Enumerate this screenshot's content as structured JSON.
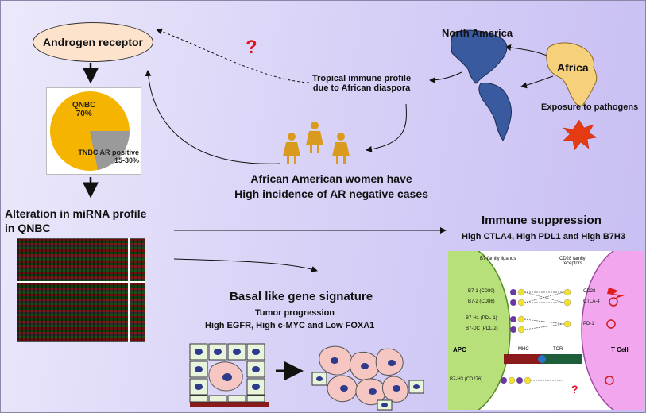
{
  "androgen_receptor": "Androgen receptor",
  "question_mark": "?",
  "pie": {
    "qnbc_label": "QNBC",
    "qnbc_pct": "70%",
    "tnbc_label": "TNBC AR positive",
    "tnbc_pct": "15-30%",
    "colors": {
      "qnbc": "#f5b400",
      "tnbc": "#9a9a9a"
    }
  },
  "map": {
    "north_america": "North America",
    "africa": "Africa",
    "exposure": "Exposure to pathogens"
  },
  "tropical": {
    "line1": "Tropical immune profile",
    "line2": "due to African diaspora"
  },
  "african_american": {
    "line1": "African American women have",
    "line2": "High incidence of AR negative cases"
  },
  "mirna": {
    "line1": "Alteration in miRNA profile",
    "line2": "in QNBC"
  },
  "immune": {
    "title": "Immune suppression",
    "subtitle": "High CTLA4, High PDL1 and  High B7H3",
    "b7_family": "B7 family ligands",
    "cd28_family_1": "CD28 family",
    "cd28_family_2": "receptors",
    "apc": "APC",
    "tcell": "T Cell",
    "mhc": "MHC",
    "tcr": "TCR",
    "ligands": [
      "B7-1 (CD80)",
      "B7-2 (CD86)",
      "B7-H1 (PDL-1)",
      "B7-DC (PDL-2)",
      "B7-H3 (CD276)"
    ],
    "receptors": [
      "CD28",
      "CTLA-4",
      "PD-1"
    ],
    "question": "?"
  },
  "basal": {
    "title": "Basal like gene signature",
    "line1": "Tumor progression",
    "line2": "High EGFR, High c-MYC and  Low FOXA1"
  }
}
